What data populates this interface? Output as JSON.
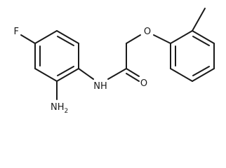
{
  "molecule": {
    "atom_labels": {
      "fluorine": "F",
      "amine": "NH",
      "amine_h_count": "2",
      "amide_nh": "NH",
      "carbonyl_o": "O",
      "ether_o": "O"
    }
  }
}
